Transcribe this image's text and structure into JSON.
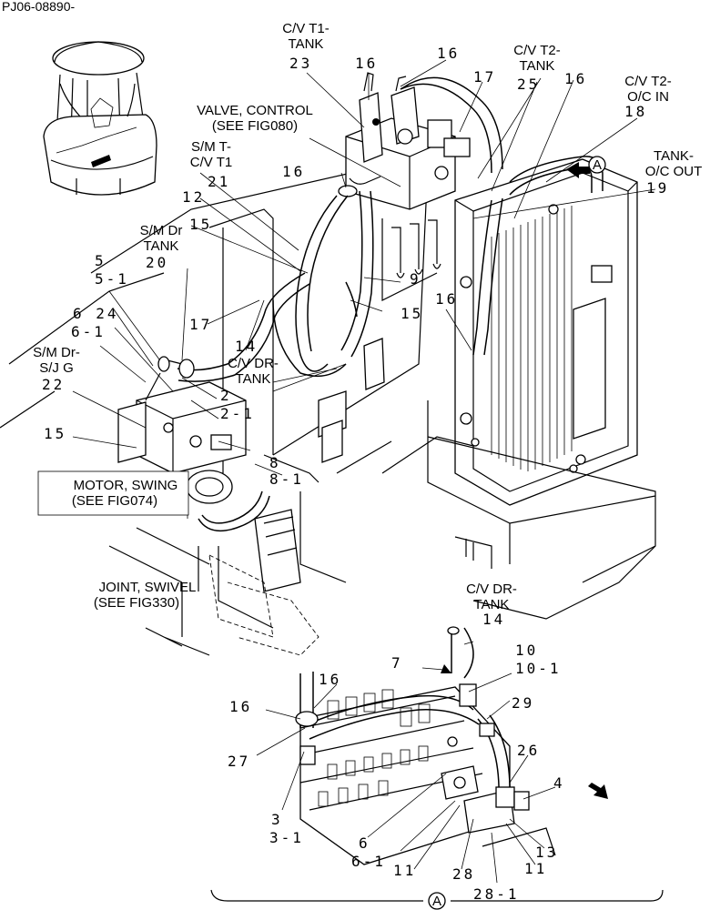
{
  "document_id": "PJ06-08890-",
  "callouts": {
    "cv_t1_tank": [
      "C/V T1-",
      "TANK"
    ],
    "cv_t2_tank": [
      "C/V T2-",
      "TANK"
    ],
    "cv_t2_oc_in": [
      "C/V T2-",
      "O/C IN"
    ],
    "valve_control": [
      "VALVE, CONTROL",
      "(SEE FIG080)"
    ],
    "sm_t_cv_t1": [
      "S/M T-",
      "C/V T1"
    ],
    "tank_oc_out": [
      "TANK-",
      "O/C OUT"
    ],
    "sm_dr_tank": [
      "S/M Dr",
      "TANK"
    ],
    "sm_dr_sj_g": [
      "S/M Dr-",
      "S/J G"
    ],
    "cv_dr_tank_main": [
      "C/V DR-",
      "TANK"
    ],
    "motor_swing": [
      "MOTOR, SWING",
      "(SEE FIG074)"
    ],
    "joint_swivel": [
      "JOINT, SWIVEL",
      "(SEE FIG330)"
    ],
    "cv_dr_tank_detail": [
      "C/V DR-",
      "TANK"
    ]
  },
  "part_numbers": {
    "n23": "23",
    "n16a": "16",
    "n16b": "16",
    "n17a": "17",
    "n25": "25",
    "n16c": "16",
    "n18": "18",
    "n16d": "16",
    "n19": "19",
    "n21": "21",
    "n12": "12",
    "n15a": "15",
    "n20": "20",
    "n5": "5",
    "n5_1": "5-1",
    "n6_24": "6 24",
    "n6_1a": "6-1",
    "n17b": "17",
    "n14a": "14",
    "n9": "9",
    "n15b": "15",
    "n16e": "16",
    "n22": "22",
    "n2": "2",
    "n2_1": "2-1",
    "n15c": "15",
    "n8": "8",
    "n8_1": "8-1",
    "d14": "14",
    "d10": "10",
    "d10_1": "10-1",
    "d7": "7",
    "d16a": "16",
    "d16b": "16",
    "d29": "29",
    "d27": "27",
    "d26": "26",
    "d4": "4",
    "d3": "3",
    "d3_1": "3-1",
    "d6": "6",
    "d6_1": "6-1",
    "d11a": "11",
    "d28": "28",
    "d13": "13",
    "d11b": "11",
    "d28_1": "28-1"
  },
  "view_markers": {
    "view_a_top": "A",
    "view_a_bottom": "A"
  }
}
